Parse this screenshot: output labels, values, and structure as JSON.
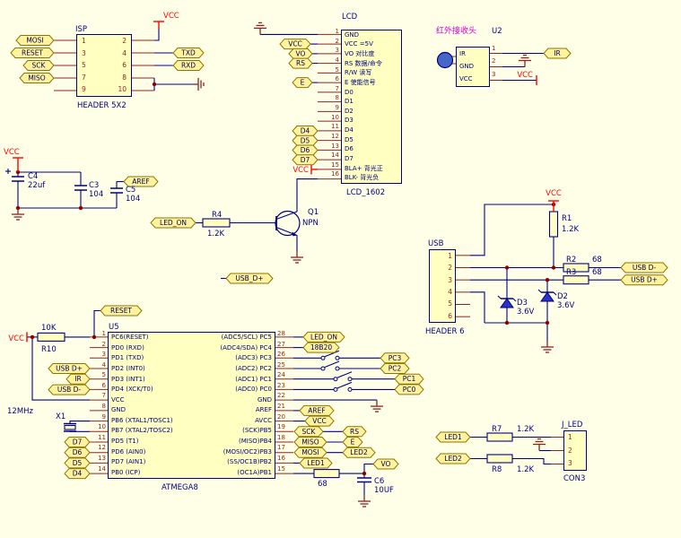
{
  "colors": {
    "background": "#FFFFE8",
    "wire": "#000080",
    "component_fill": "#FFFFC2",
    "component_border": "#000080",
    "pin": "#8B2525",
    "flag_fill": "#FFF3A0",
    "flag_border": "#8B7500",
    "power_red": "#FF0000",
    "ground": "#8B2323",
    "junction": "#8B0000",
    "zener_fill": "#2B32C8",
    "annotation_magenta": "#CC00CC"
  },
  "schematic": {
    "isp": {
      "name": "ISP",
      "part": "HEADER 5X2",
      "rows": [
        {
          "l": "1",
          "r": "2"
        },
        {
          "l": "3",
          "r": "4"
        },
        {
          "l": "5",
          "r": "6"
        },
        {
          "l": "7",
          "r": "8"
        },
        {
          "l": "9",
          "r": "10"
        }
      ]
    },
    "lcd": {
      "name": "LCD",
      "part": "LCD_1602",
      "pins": [
        {
          "num": "1",
          "label": "GND"
        },
        {
          "num": "2",
          "label": "VCC  =5V"
        },
        {
          "num": "3",
          "label": "VO 对比度"
        },
        {
          "num": "4",
          "label": "RS 数据/命令"
        },
        {
          "num": "5",
          "label": "R/W 读写"
        },
        {
          "num": "6",
          "label": "E 使能信号"
        },
        {
          "num": "7",
          "label": "D0"
        },
        {
          "num": "8",
          "label": "D1"
        },
        {
          "num": "9",
          "label": "D2"
        },
        {
          "num": "10",
          "label": "D3"
        },
        {
          "num": "11",
          "label": "D4"
        },
        {
          "num": "12",
          "label": "D5"
        },
        {
          "num": "13",
          "label": "D6"
        },
        {
          "num": "14",
          "label": "D7"
        },
        {
          "num": "15",
          "label": "BLA+ 背光正"
        },
        {
          "num": "16",
          "label": "BLK- 背光负"
        }
      ]
    },
    "ir": {
      "note": "红外接收头",
      "name": "U2",
      "pins": [
        {
          "label": "IR",
          "num": "1"
        },
        {
          "label": "GND",
          "num": "2"
        },
        {
          "label": "VCC",
          "num": "3"
        }
      ]
    },
    "usb": {
      "name": "USB",
      "part": "HEADER 6",
      "pins": [
        "1",
        "2",
        "3",
        "4",
        "5",
        "6"
      ]
    },
    "mcu": {
      "name": "U5",
      "part": "ATMEGA8",
      "left": [
        {
          "num": "1",
          "label": "PC6(RESET)"
        },
        {
          "num": "2",
          "label": "PD0 (RXD)"
        },
        {
          "num": "3",
          "label": "PD1 (TXD)"
        },
        {
          "num": "4",
          "label": "PD2 (INT0)"
        },
        {
          "num": "5",
          "label": "PD3 (INT1)"
        },
        {
          "num": "6",
          "label": "PD4 (XCK/T0)"
        },
        {
          "num": "7",
          "label": "VCC"
        },
        {
          "num": "8",
          "label": "GND"
        },
        {
          "num": "9",
          "label": "PB6 (XTAL1/TOSC1)"
        },
        {
          "num": "10",
          "label": "PB7 (XTAL2/TOSC2)"
        },
        {
          "num": "11",
          "label": "PD5 (T1)"
        },
        {
          "num": "12",
          "label": "PD6 (AIN0)"
        },
        {
          "num": "13",
          "label": "PD7 (AIN1)"
        },
        {
          "num": "14",
          "label": "PB0 (ICP)"
        }
      ],
      "right": [
        {
          "num": "28",
          "label": "(ADC5/SCL) PC5"
        },
        {
          "num": "27",
          "label": "(ADC4/SDA) PC4"
        },
        {
          "num": "26",
          "label": "(ADC3) PC3"
        },
        {
          "num": "25",
          "label": "(ADC2) PC2"
        },
        {
          "num": "24",
          "label": "(ADC1) PC1"
        },
        {
          "num": "23",
          "label": "(ADC0) PC0"
        },
        {
          "num": "22",
          "label": "GND"
        },
        {
          "num": "21",
          "label": "AREF"
        },
        {
          "num": "20",
          "label": "AVCC"
        },
        {
          "num": "19",
          "label": "(SCK)PB5"
        },
        {
          "num": "18",
          "label": "(MISO)PB4"
        },
        {
          "num": "17",
          "label": "(MOSI/OC2)PB3"
        },
        {
          "num": "16",
          "label": "(SS/OC1B)PB2"
        },
        {
          "num": "15",
          "label": "(OC1A)PB1"
        }
      ]
    },
    "jled": {
      "name": "J_LED",
      "part": "CON3",
      "pins": [
        "1",
        "2",
        "3"
      ]
    }
  },
  "nets": {
    "mosi": "MOSI",
    "reset": "RESET",
    "sck": "SCK",
    "miso": "MISO",
    "txd": "TXD",
    "rxd": "RXD",
    "vcc": "VCC",
    "vo": "VO",
    "rs": "RS",
    "e": "E",
    "d4": "D4",
    "d5": "D5",
    "d6": "D6",
    "d7": "D7",
    "ir": "IR",
    "aref": "AREF",
    "led_on": "LED_ON",
    "usb_dp": "USB D+",
    "usb_dm": "USB D-",
    "usb_dp_mid": "USB_D+",
    "t18b20": "18B20",
    "pc3": "PC3",
    "pc2": "PC2",
    "pc1": "PC1",
    "pc0": "PC0",
    "led1": "LED1",
    "led2": "LED2"
  },
  "parts": {
    "r1": {
      "ref": "R1",
      "val": "1.2K"
    },
    "r2": {
      "ref": "R2",
      "val": "68"
    },
    "r3": {
      "ref": "R3",
      "val": "68"
    },
    "r4": {
      "ref": "R4",
      "val": "1.2K"
    },
    "r7": {
      "ref": "R7",
      "val": "1.2K"
    },
    "r8": {
      "ref": "R8",
      "val": "1.2K"
    },
    "r9": {
      "val": "68"
    },
    "r10": {
      "ref": "R10",
      "val": "10K"
    },
    "c3": {
      "ref": "C3",
      "val": "104"
    },
    "c4": {
      "ref": "C4",
      "val": "22uf"
    },
    "c5": {
      "ref": "C5",
      "val": "104"
    },
    "c6": {
      "ref": "C6",
      "val": "10UF"
    },
    "q1": {
      "ref": "Q1",
      "val": "NPN"
    },
    "x1": {
      "ref": "X1",
      "val": "12MHz"
    },
    "d2": {
      "ref": "D2",
      "val": "3.6V"
    },
    "d3": {
      "ref": "D3",
      "val": "3.6V"
    }
  }
}
